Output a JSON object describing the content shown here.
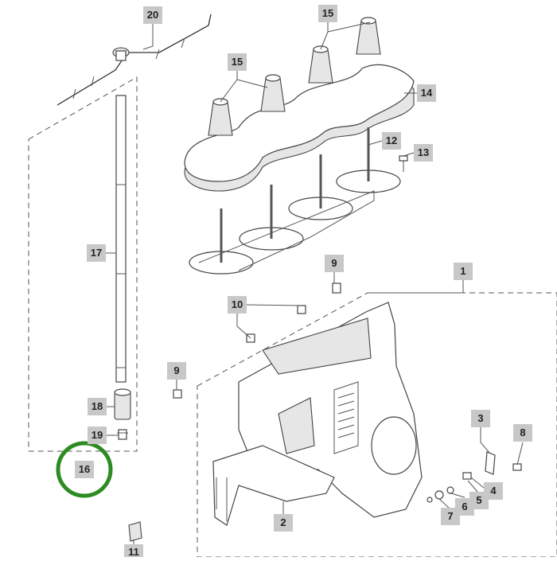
{
  "diagram": {
    "callouts": [
      {
        "id": "20",
        "label": "20"
      },
      {
        "id": "15a",
        "label": "15"
      },
      {
        "id": "15b",
        "label": "15"
      },
      {
        "id": "14",
        "label": "14"
      },
      {
        "id": "12",
        "label": "12"
      },
      {
        "id": "13",
        "label": "13"
      },
      {
        "id": "17",
        "label": "17"
      },
      {
        "id": "9a",
        "label": "9"
      },
      {
        "id": "1",
        "label": "1"
      },
      {
        "id": "10",
        "label": "10"
      },
      {
        "id": "9b",
        "label": "9"
      },
      {
        "id": "18",
        "label": "18"
      },
      {
        "id": "19",
        "label": "19"
      },
      {
        "id": "16",
        "label": "16"
      },
      {
        "id": "3",
        "label": "3"
      },
      {
        "id": "8",
        "label": "8"
      },
      {
        "id": "4",
        "label": "4"
      },
      {
        "id": "5",
        "label": "5"
      },
      {
        "id": "6",
        "label": "6"
      },
      {
        "id": "7",
        "label": "7"
      },
      {
        "id": "2",
        "label": "2"
      },
      {
        "id": "11",
        "label": "11"
      }
    ],
    "highlight": {
      "target": "16",
      "color": "#2e8b22"
    }
  }
}
